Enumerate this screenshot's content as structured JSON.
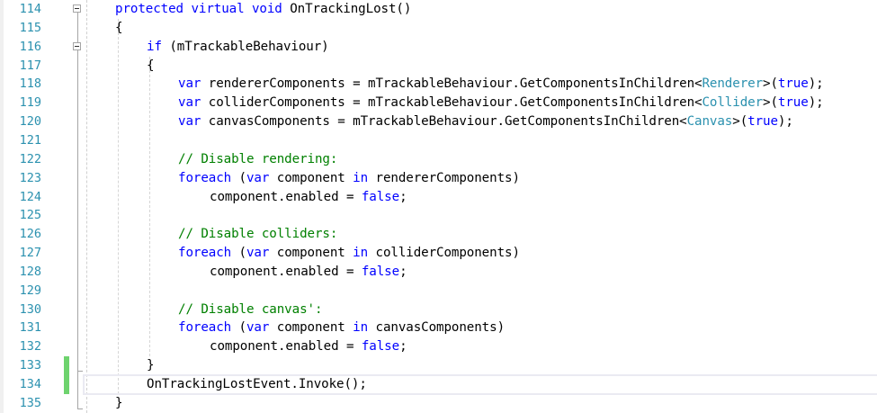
{
  "editor": {
    "language": "C#",
    "colors": {
      "line_number": "#2b91af",
      "keyword": "#0000ff",
      "type": "#2b91af",
      "comment": "#008000",
      "text": "#000000",
      "change_marker": "#6ed36e",
      "current_line_border": "#eaeaf2"
    },
    "current_line": 134,
    "changed_lines": [
      133,
      134
    ],
    "folded_regions_start": [
      114,
      116
    ],
    "lines": [
      {
        "n": "114",
        "tokens": [
          {
            "t": "protected",
            "c": "kw"
          },
          {
            "t": " "
          },
          {
            "t": "virtual",
            "c": "kw"
          },
          {
            "t": " "
          },
          {
            "t": "void",
            "c": "kw"
          },
          {
            "t": " OnTrackingLost()"
          }
        ],
        "indent": 0
      },
      {
        "n": "115",
        "tokens": [
          {
            "t": "{"
          }
        ],
        "indent": 0
      },
      {
        "n": "116",
        "tokens": [
          {
            "t": "if",
            "c": "kw"
          },
          {
            "t": " (mTrackableBehaviour)"
          }
        ],
        "indent": 1
      },
      {
        "n": "117",
        "tokens": [
          {
            "t": "{"
          }
        ],
        "indent": 1
      },
      {
        "n": "118",
        "tokens": [
          {
            "t": "var",
            "c": "kw"
          },
          {
            "t": " rendererComponents = mTrackableBehaviour.GetComponentsInChildren<"
          },
          {
            "t": "Renderer",
            "c": "ty"
          },
          {
            "t": ">("
          },
          {
            "t": "true",
            "c": "kw"
          },
          {
            "t": ");"
          }
        ],
        "indent": 2
      },
      {
        "n": "119",
        "tokens": [
          {
            "t": "var",
            "c": "kw"
          },
          {
            "t": " colliderComponents = mTrackableBehaviour.GetComponentsInChildren<"
          },
          {
            "t": "Collider",
            "c": "ty"
          },
          {
            "t": ">("
          },
          {
            "t": "true",
            "c": "kw"
          },
          {
            "t": ");"
          }
        ],
        "indent": 2
      },
      {
        "n": "120",
        "tokens": [
          {
            "t": "var",
            "c": "kw"
          },
          {
            "t": " canvasComponents = mTrackableBehaviour.GetComponentsInChildren<"
          },
          {
            "t": "Canvas",
            "c": "ty"
          },
          {
            "t": ">("
          },
          {
            "t": "true",
            "c": "kw"
          },
          {
            "t": ");"
          }
        ],
        "indent": 2
      },
      {
        "n": "121",
        "tokens": [],
        "indent": 2
      },
      {
        "n": "122",
        "tokens": [
          {
            "t": "// Disable rendering:",
            "c": "cm"
          }
        ],
        "indent": 2
      },
      {
        "n": "123",
        "tokens": [
          {
            "t": "foreach",
            "c": "kw"
          },
          {
            "t": " ("
          },
          {
            "t": "var",
            "c": "kw"
          },
          {
            "t": " component "
          },
          {
            "t": "in",
            "c": "kw"
          },
          {
            "t": " rendererComponents)"
          }
        ],
        "indent": 2
      },
      {
        "n": "124",
        "tokens": [
          {
            "t": "component.enabled = "
          },
          {
            "t": "false",
            "c": "kw"
          },
          {
            "t": ";"
          }
        ],
        "indent": 3
      },
      {
        "n": "125",
        "tokens": [],
        "indent": 2
      },
      {
        "n": "126",
        "tokens": [
          {
            "t": "// Disable colliders:",
            "c": "cm"
          }
        ],
        "indent": 2
      },
      {
        "n": "127",
        "tokens": [
          {
            "t": "foreach",
            "c": "kw"
          },
          {
            "t": " ("
          },
          {
            "t": "var",
            "c": "kw"
          },
          {
            "t": " component "
          },
          {
            "t": "in",
            "c": "kw"
          },
          {
            "t": " colliderComponents)"
          }
        ],
        "indent": 2
      },
      {
        "n": "128",
        "tokens": [
          {
            "t": "component.enabled = "
          },
          {
            "t": "false",
            "c": "kw"
          },
          {
            "t": ";"
          }
        ],
        "indent": 3
      },
      {
        "n": "129",
        "tokens": [],
        "indent": 2
      },
      {
        "n": "130",
        "tokens": [
          {
            "t": "// Disable canvas':",
            "c": "cm"
          }
        ],
        "indent": 2
      },
      {
        "n": "131",
        "tokens": [
          {
            "t": "foreach",
            "c": "kw"
          },
          {
            "t": " ("
          },
          {
            "t": "var",
            "c": "kw"
          },
          {
            "t": " component "
          },
          {
            "t": "in",
            "c": "kw"
          },
          {
            "t": " canvasComponents)"
          }
        ],
        "indent": 2
      },
      {
        "n": "132",
        "tokens": [
          {
            "t": "component.enabled = "
          },
          {
            "t": "false",
            "c": "kw"
          },
          {
            "t": ";"
          }
        ],
        "indent": 3
      },
      {
        "n": "133",
        "tokens": [
          {
            "t": "}"
          }
        ],
        "indent": 1
      },
      {
        "n": "134",
        "tokens": [
          {
            "t": "OnTrackingLostEvent.Invoke();"
          }
        ],
        "indent": 1
      },
      {
        "n": "135",
        "tokens": [
          {
            "t": "}"
          }
        ],
        "indent": 0
      }
    ]
  }
}
